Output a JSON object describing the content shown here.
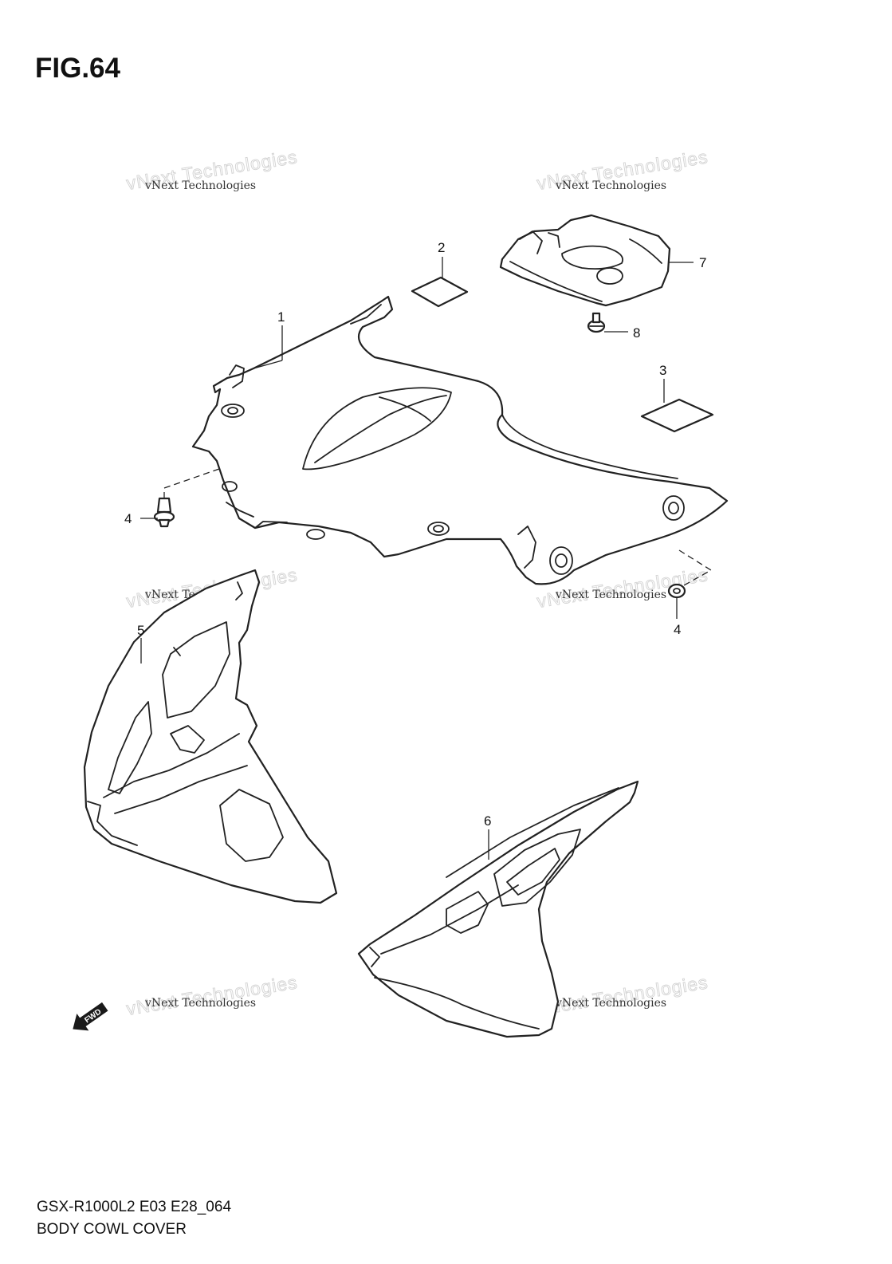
{
  "figure": {
    "title": "FIG.64",
    "model_code": "GSX-R1000L2 E03 E28_064",
    "name": "BODY COWL COVER"
  },
  "callouts": [
    "1",
    "2",
    "3",
    "4",
    "4",
    "5",
    "6",
    "7",
    "8"
  ],
  "watermark": {
    "big": "vNext Technologies",
    "small": "vNext Technologies"
  },
  "direction_badge": "FWD",
  "colors": {
    "line": "#222222",
    "text": "#111111"
  }
}
